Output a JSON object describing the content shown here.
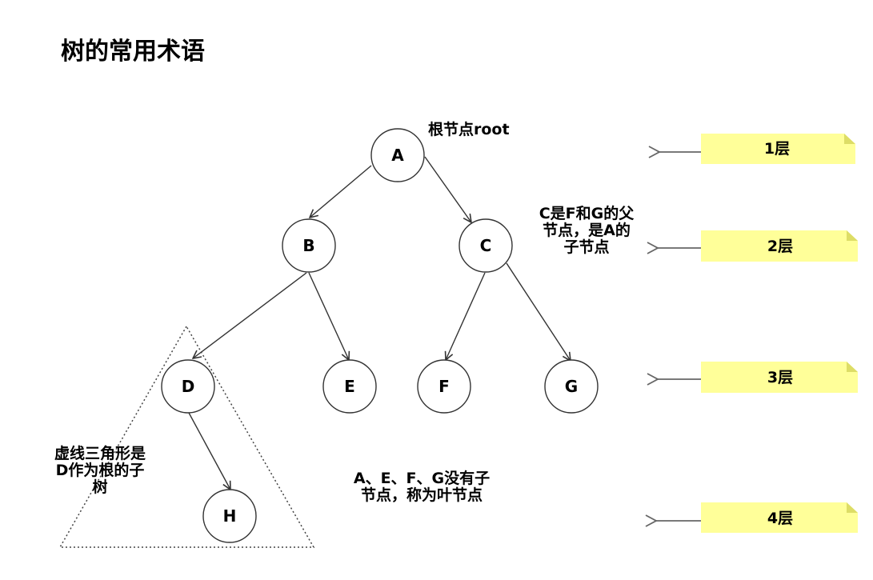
{
  "title": "树的常用术语",
  "nodes": {
    "A": "A",
    "B": "B",
    "C": "C",
    "D": "D",
    "E": "E",
    "F": "F",
    "G": "G",
    "H": "H"
  },
  "annotations": {
    "root": "根节点root",
    "c_parent": [
      "C是F和G的父",
      "节点，是A的",
      "子节点"
    ],
    "subtree": [
      "虚线三角形是",
      "D作为根的子",
      "树"
    ],
    "leaves": [
      "A、E、F、G没有子",
      "节点，称为叶节点"
    ]
  },
  "levels": [
    "1层",
    "2层",
    "3层",
    "4层"
  ],
  "colors": {
    "note_fill": "#ffff99",
    "note_fold": "#dddd66",
    "node_stroke": "#333333",
    "arrow": "#555555"
  }
}
